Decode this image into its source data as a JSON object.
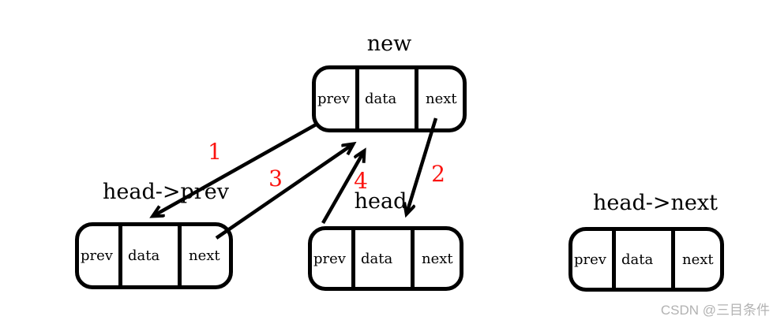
{
  "nodes": {
    "new_node": {
      "title": "new",
      "cells": [
        "prev",
        "data",
        "next"
      ]
    },
    "head_prev": {
      "title": "head->prev",
      "cells": [
        "prev",
        "data",
        "next"
      ]
    },
    "head": {
      "title": "head",
      "cells": [
        "prev",
        "data",
        "next"
      ]
    },
    "head_next": {
      "title": "head->next",
      "cells": [
        "prev",
        "data",
        "next"
      ]
    }
  },
  "steps": [
    "1",
    "2",
    "3",
    "4"
  ],
  "watermark": "CSDN @三目条件",
  "colors": {
    "line": "#000000",
    "step_number": "#fb1410",
    "watermark": "#b2b2b2"
  }
}
